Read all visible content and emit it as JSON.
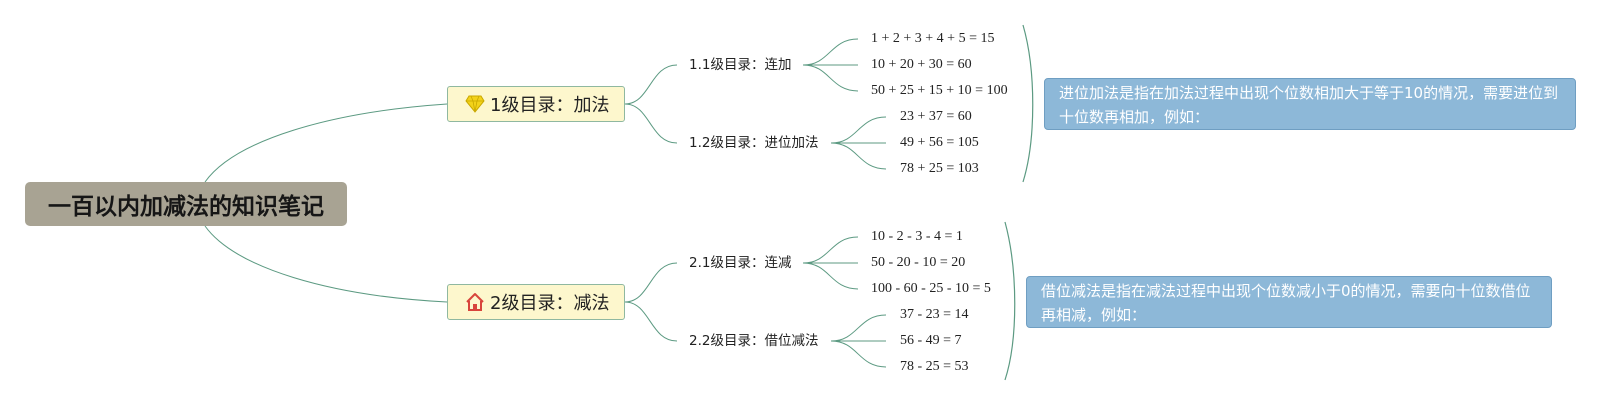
{
  "root": {
    "title": "一百以内加减法的知识笔记"
  },
  "branches": [
    {
      "label": "1级目录：加法",
      "icon": "diamond-icon",
      "children": [
        {
          "label": "1.1级目录：连加",
          "items": [
            "1 + 2 + 3 + 4 + 5 = 15",
            "10 + 20 + 30 = 60",
            "50 + 25 + 15 + 10 = 100"
          ]
        },
        {
          "label": "1.2级目录：进位加法",
          "items": [
            "23 + 37 = 60",
            "49 + 56 = 105",
            "78 + 25 = 103"
          ]
        }
      ],
      "note": "进位加法是指在加法过程中出现个位数相加大于等于10的情况，需要进位到十位数再相加，例如："
    },
    {
      "label": "2级目录：减法",
      "icon": "house-icon",
      "children": [
        {
          "label": "2.1级目录：连减",
          "items": [
            "10 - 2 - 3 - 4 = 1",
            "50 - 20 - 10 = 20",
            "100 - 60 - 25 - 10 = 5"
          ]
        },
        {
          "label": "2.2级目录：借位减法",
          "items": [
            "37 - 23 = 14",
            "56 - 49 = 7",
            "78 - 25 = 53"
          ]
        }
      ],
      "note": "借位减法是指在减法过程中出现个位数减小于0的情况，需要向十位数借位再相减，例如："
    }
  ],
  "colors": {
    "line": "#5c9a82",
    "root_bg": "#a8a393",
    "topic_bg": "#fdf7cd",
    "note_bg": "#8db8d8",
    "diamond": "#f3d21a",
    "house": "#d8453c"
  }
}
